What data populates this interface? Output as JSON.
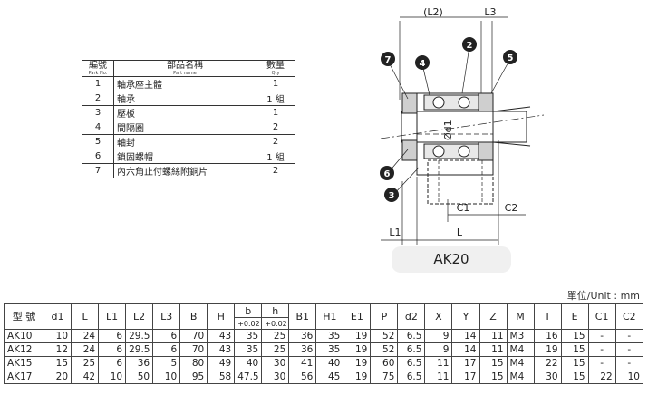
{
  "parts_table": {
    "headers": {
      "no": "編號",
      "no_sub": "Park No.",
      "name": "部品名稱",
      "name_sub": "Part name",
      "qty": "數量",
      "qty_sub": "Qty"
    },
    "rows": [
      {
        "no": "1",
        "name": "軸承座主體",
        "qty": "1"
      },
      {
        "no": "2",
        "name": "軸承",
        "qty": "1 組"
      },
      {
        "no": "3",
        "name": "壓板",
        "qty": "1"
      },
      {
        "no": "4",
        "name": "間隔圈",
        "qty": "2"
      },
      {
        "no": "5",
        "name": "軸封",
        "qty": "2"
      },
      {
        "no": "6",
        "name": "鎖固螺帽",
        "qty": "1 組"
      },
      {
        "no": "7",
        "name": "內六角止付螺絲附銅片",
        "qty": "2"
      }
    ]
  },
  "diagram": {
    "model": "AK20",
    "dimension_labels": {
      "l2": "(L2)",
      "l3": "L3",
      "d1": "Ød1",
      "c1": "C1",
      "c2": "C2",
      "l1": "L1",
      "l": "L"
    },
    "callouts": [
      "7",
      "4",
      "2",
      "5",
      "6",
      "3"
    ]
  },
  "unit_label": "單位/Unit : mm",
  "spec_table": {
    "headers": [
      "型 號",
      "d1",
      "L",
      "L1",
      "L2",
      "L3",
      "B",
      "H",
      "b",
      "h",
      "B1",
      "H1",
      "E1",
      "P",
      "d2",
      "X",
      "Y",
      "Z",
      "M",
      "T",
      "E",
      "C1",
      "C2"
    ],
    "tolerances": {
      "b": "+0.02",
      "h": "+0.02"
    },
    "rows": [
      [
        "AK10",
        "10",
        "24",
        "6",
        "29.5",
        "6",
        "70",
        "43",
        "35",
        "25",
        "36",
        "35",
        "19",
        "52",
        "6.5",
        "9",
        "14",
        "11",
        "M3",
        "16",
        "15",
        "-",
        "-"
      ],
      [
        "AK12",
        "12",
        "24",
        "6",
        "29.5",
        "6",
        "70",
        "43",
        "35",
        "25",
        "36",
        "35",
        "19",
        "52",
        "6.5",
        "9",
        "14",
        "11",
        "M4",
        "19",
        "15",
        "-",
        "-"
      ],
      [
        "AK15",
        "15",
        "25",
        "6",
        "36",
        "5",
        "80",
        "49",
        "40",
        "30",
        "41",
        "40",
        "19",
        "60",
        "6.5",
        "11",
        "17",
        "15",
        "M4",
        "22",
        "15",
        "-",
        "-"
      ],
      [
        "AK17",
        "20",
        "42",
        "10",
        "50",
        "10",
        "95",
        "58",
        "47.5",
        "30",
        "56",
        "45",
        "19",
        "75",
        "6.5",
        "11",
        "17",
        "15",
        "M4",
        "30",
        "15",
        "22",
        "10"
      ]
    ]
  }
}
